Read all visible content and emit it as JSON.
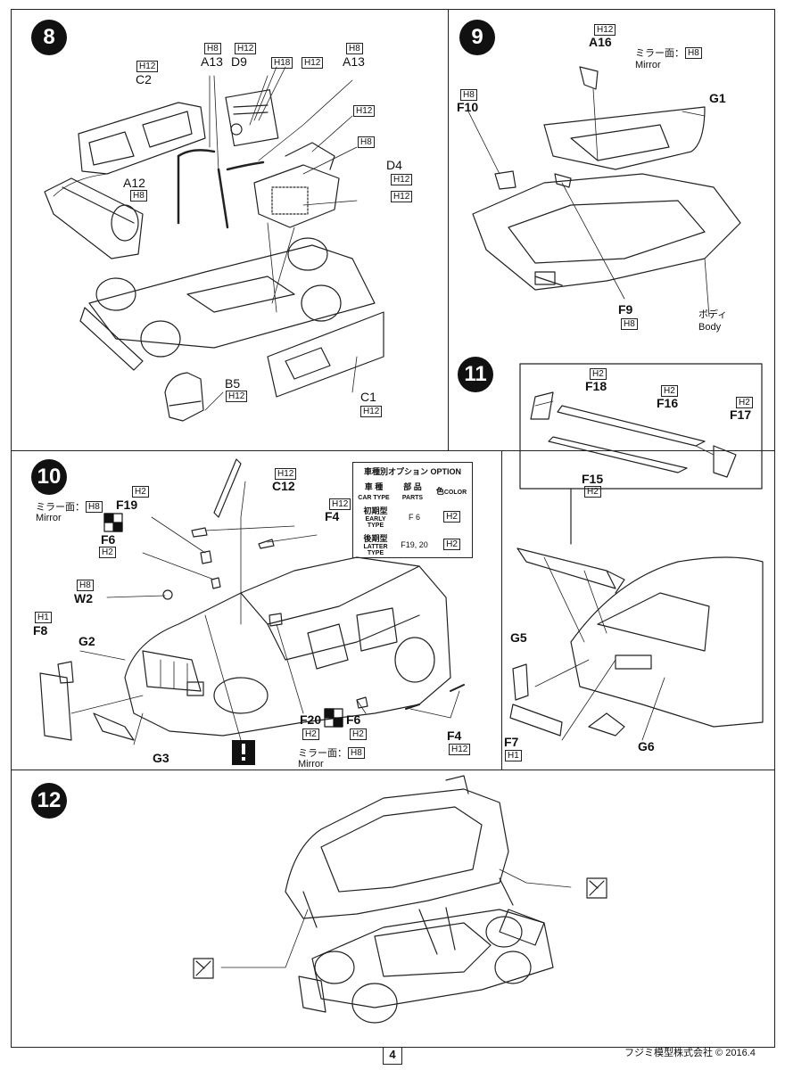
{
  "page": {
    "number": "4",
    "copyright": "フジミ模型株式会社 © 2016.4"
  },
  "step8": {
    "number": "8",
    "labels": {
      "c2_hc": "H12",
      "c2": "C2",
      "a13l_hc": "H8",
      "a13l": "A13",
      "d9_hc": "H12",
      "d9": "D9",
      "h18": "H18",
      "h12a": "H12",
      "a13r_hc": "H8",
      "a13r": "A13",
      "a12": "A12",
      "a12_hc": "H8",
      "h12b": "H12",
      "h8b": "H8",
      "d4": "D4",
      "d4_hc": "H12",
      "h12c": "H12",
      "b5": "B5",
      "b5_hc": "H12",
      "c1": "C1",
      "c1_hc": "H12"
    }
  },
  "step9": {
    "number": "9",
    "labels": {
      "a16_hc": "H12",
      "a16": "A16",
      "mirror_jp": "ミラー面：",
      "mirror_hc": "H8",
      "mirror_en": "Mirror",
      "f10_hc": "H8",
      "f10": "F10",
      "g1": "G1",
      "f9": "F9",
      "f9_hc": "H8",
      "body_jp": "ボディ",
      "body_en": "Body"
    }
  },
  "step11": {
    "number": "11",
    "labels": {
      "f18_hc": "H2",
      "f18": "F18",
      "f16_hc": "H2",
      "f16": "F16",
      "f17_hc": "H2",
      "f17": "F17",
      "f15": "F15",
      "f15_hc": "H2",
      "g5": "G5",
      "f7": "F7",
      "f7_hc": "H1",
      "g6": "G6"
    }
  },
  "step10": {
    "number": "10",
    "labels": {
      "c12_hc": "H12",
      "c12": "C12",
      "mirror_jp": "ミラー面：",
      "mirror_hc": "H8",
      "mirror_en": "Mirror",
      "f19_hc": "H2",
      "f19": "F19",
      "f4_hc": "H12",
      "f4": "F4",
      "f6": "F6",
      "f6_hc": "H2",
      "w2_hc": "H8",
      "w2": "W2",
      "f8_hc": "H1",
      "f8": "F8",
      "g2": "G2",
      "g3": "G3",
      "f20": "F20",
      "f6b": "F6",
      "f20_hc": "H2",
      "f6b_hc": "H2",
      "mirror2_jp": "ミラー面：",
      "mirror2_hc": "H8",
      "mirror2_en": "Mirror",
      "f4b": "F4",
      "f4b_hc": "H12"
    },
    "option_table": {
      "title": "車種別オプション OPTION",
      "head": {
        "type_jp": "車 種",
        "type_en": "CAR TYPE",
        "parts_jp": "部 品",
        "parts_en": "PARTS",
        "color_jp": "色",
        "color_en": "COLOR"
      },
      "rows": [
        {
          "type_jp": "初期型",
          "type_en": "EARLY TYPE",
          "parts": "F 6",
          "color": "H2"
        },
        {
          "type_jp": "後期型",
          "type_en": "LATTER TYPE",
          "parts": "F19, 20",
          "color": "H2"
        }
      ]
    }
  },
  "step12": {
    "number": "12"
  }
}
